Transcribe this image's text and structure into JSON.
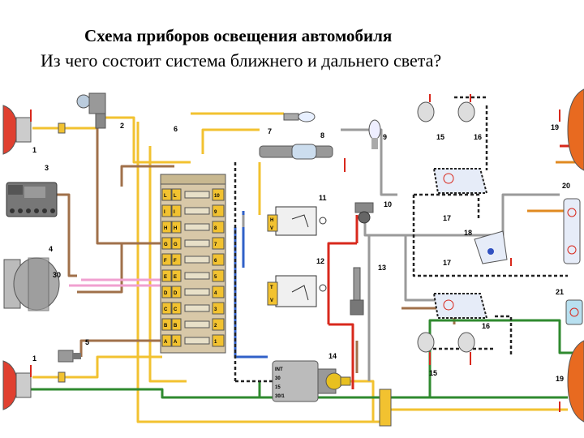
{
  "title": "Схема  приборов освещения автомобиля",
  "subtitle": "Из чего состоит система ближнего и дальнего света?",
  "callouts": [
    "1",
    "2",
    "3",
    "4",
    "5",
    "1",
    "6",
    "7",
    "8",
    "9",
    "10",
    "11",
    "12",
    "13",
    "14",
    "15",
    "16",
    "15",
    "16",
    "17",
    "17",
    "18",
    "19",
    "19",
    "20",
    "21",
    "30"
  ],
  "fuse_letters": [
    "A",
    "B",
    "C",
    "D",
    "E",
    "F",
    "G",
    "H",
    "I",
    "L"
  ],
  "fuse_numbers": [
    "1",
    "2",
    "3",
    "4",
    "5",
    "6",
    "7",
    "8",
    "9",
    "10"
  ],
  "switch_terminals": [
    "INT",
    "30",
    "15",
    "30/1"
  ],
  "relay_labels": [
    "H",
    "V",
    "T",
    "V"
  ],
  "wire_colors": {
    "yellow": "#f2c230",
    "brown": "#a0704a",
    "red": "#d8281c",
    "green": "#2f8a2f",
    "blue": "#3060c8",
    "pink": "#f0a0d0",
    "gray": "#9a9a9a",
    "black": "#222222",
    "orange": "#e08a20"
  }
}
